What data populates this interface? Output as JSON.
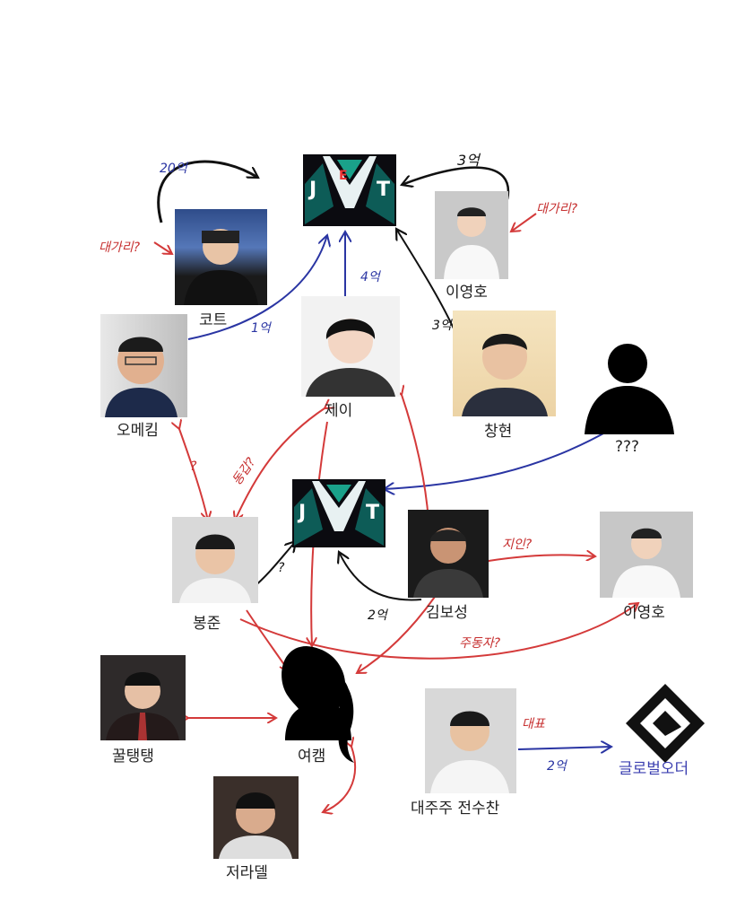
{
  "colors": {
    "red_arrow": "#d43a3a",
    "blue_arrow": "#2a35a3",
    "black_arrow": "#111111",
    "label_blue": "#3b3fb0"
  },
  "people": {
    "coat": "코트",
    "lee_young_ho_top": "이영호",
    "omekim": "오메킴",
    "jay": "제이",
    "changhyeon": "창현",
    "unknown": "???",
    "bongjun": "봉준",
    "kim_boseong": "김보성",
    "lee_young_ho_right": "이영호",
    "kkultaengtaeng": "꿀탱탱",
    "yeocam": "여캠",
    "jeoradel": "저라델",
    "major_shareholder": "대주주  전수찬",
    "global_order": "글로벌오더"
  },
  "annotations": {
    "twenty_eok": "20억",
    "three_eok_top": "3억",
    "head_left": "대가리?",
    "head_right": "대가리?",
    "four_eok": "4억",
    "one_eok": "1억",
    "three_eok_mid": "3억",
    "q_omekim": "?",
    "same_age": "동갑?",
    "q_bongjun": "?",
    "acquaintance": "지인?",
    "two_eok_bottom": "2억",
    "co_investor": "주동자?",
    "two_eok_global": "2억",
    "ceo": "대표"
  }
}
